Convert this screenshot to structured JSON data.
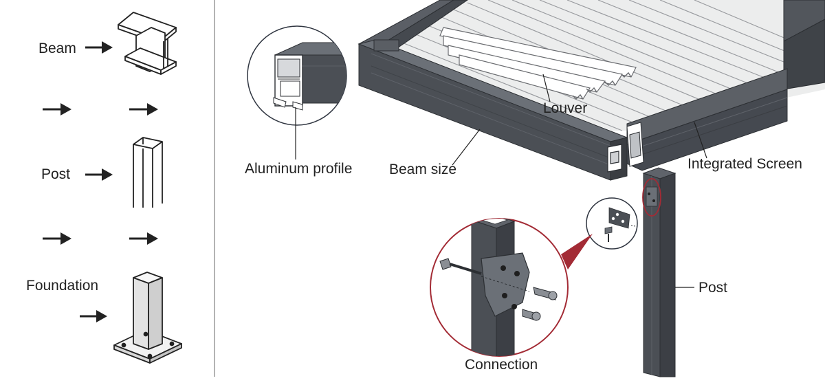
{
  "labels": {
    "beam": "Beam",
    "post": "Post",
    "foundation": "Foundation",
    "aluminum_profile": "Aluminum profile",
    "beam_size": "Beam size",
    "louver": "Louver",
    "integrated_screen": "Integrated Screen",
    "post_main": "Post",
    "connection": "Connection"
  },
  "colors": {
    "frame": "#4b4f55",
    "frame_dark": "#3a3d42",
    "frame_light": "#6b7077",
    "louver": "#d9dadc",
    "accent_red": "#a32b35",
    "detail_ring": "#2f3540",
    "foundation_fill": "#e6e6e6"
  }
}
